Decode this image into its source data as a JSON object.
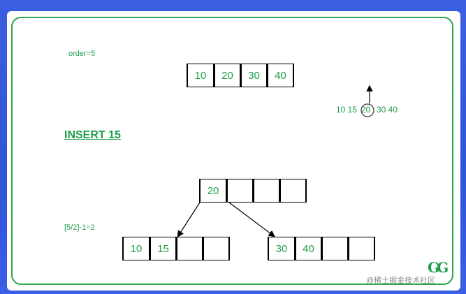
{
  "diagram": {
    "order_label": "order=5",
    "insert_label": "INSERT 15",
    "formula_label": "[5/2]-1=2",
    "sequence": {
      "left": "10 15",
      "median": "20",
      "right": "30 40"
    },
    "top_node": [
      "10",
      "20",
      "30",
      "40"
    ],
    "root_node": [
      "20",
      "",
      "",
      ""
    ],
    "left_child": [
      "10",
      "15",
      "",
      ""
    ],
    "right_child": [
      "30",
      "40",
      "",
      ""
    ],
    "logo": "GG",
    "watermark": "@稀土掘金技术社区"
  },
  "colors": {
    "accent": "#1f9e4a",
    "background": "#3b5fe0"
  }
}
